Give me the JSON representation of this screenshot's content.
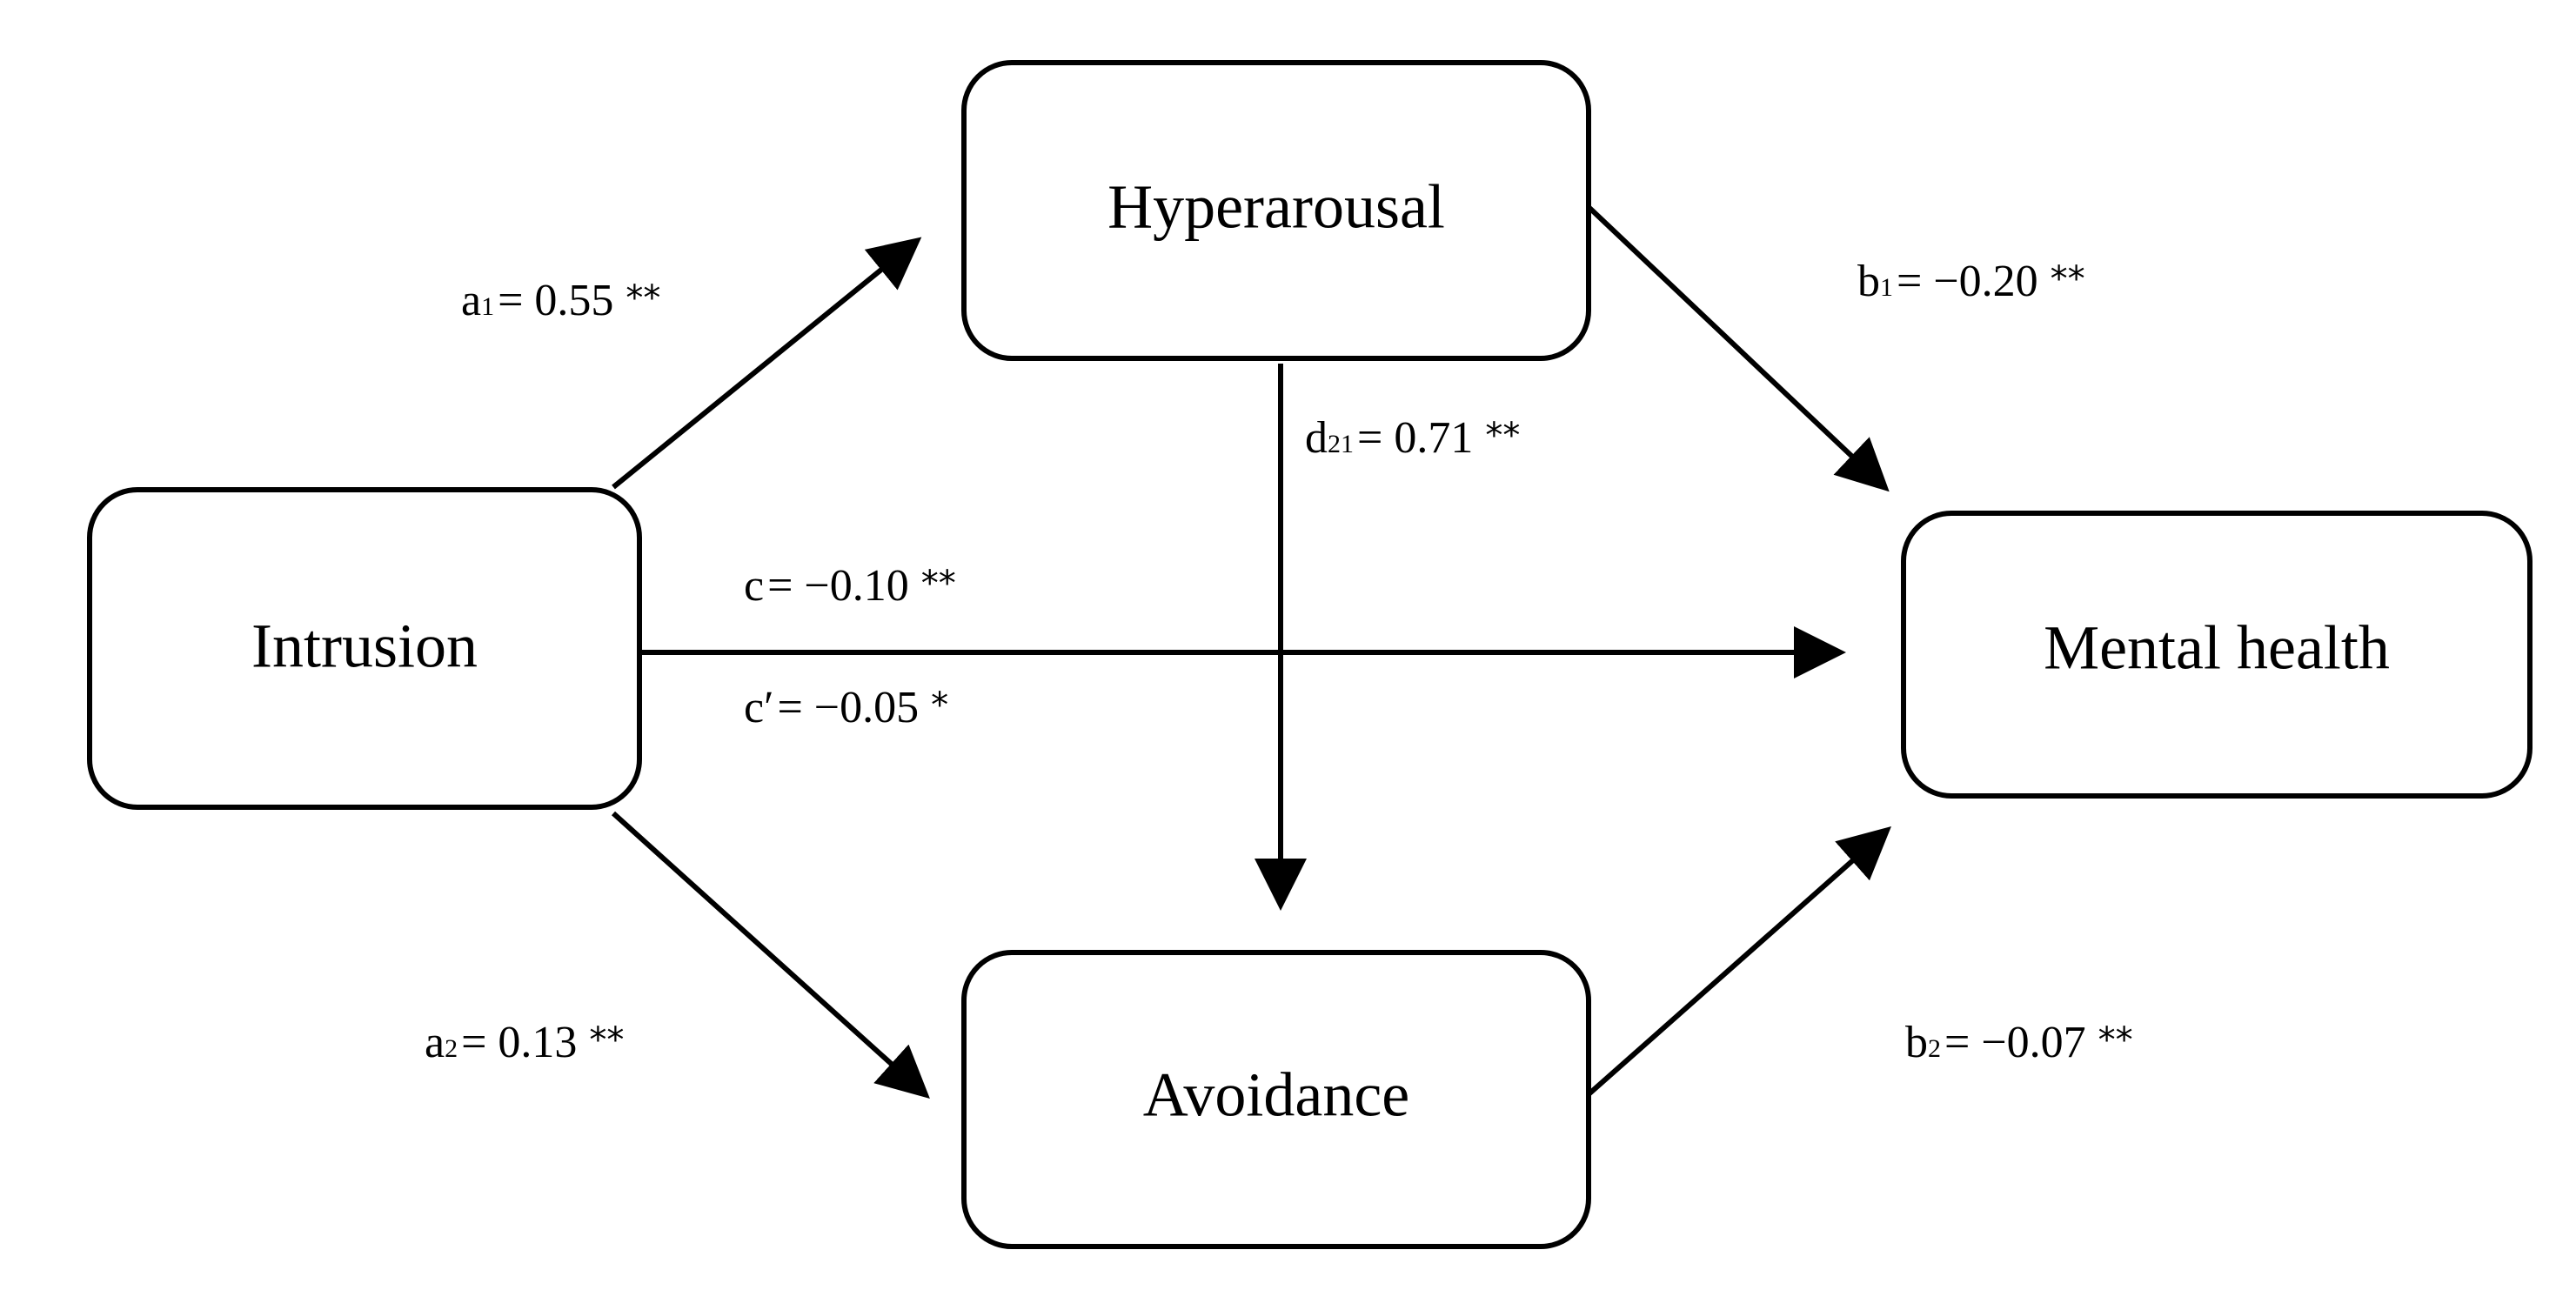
{
  "nodes": {
    "intrusion": "Intrusion",
    "hyperarousal": "Hyperarousal",
    "avoidance": "Avoidance",
    "mental_health": "Mental health"
  },
  "paths": {
    "a1": {
      "symbol": "a",
      "subscript": "1",
      "value": "= 0.55",
      "sig": "**"
    },
    "a2": {
      "symbol": "a",
      "subscript": "2",
      "value": "= 0.13",
      "sig": "**"
    },
    "b1": {
      "symbol": "b",
      "subscript": "1",
      "value": "= −0.20",
      "sig": "**"
    },
    "b2": {
      "symbol": "b",
      "subscript": "2",
      "value": "= −0.07",
      "sig": "**"
    },
    "d21": {
      "symbol": "d",
      "subscript": "21",
      "value": "= 0.71",
      "sig": "**"
    },
    "c": {
      "symbol": "c",
      "value": "= −0.10",
      "sig": "**"
    },
    "c_prime": {
      "symbol": "c′",
      "value": "= −0.05",
      "sig": "*"
    }
  },
  "colors": {
    "stroke": "#000000",
    "background": "#ffffff"
  }
}
